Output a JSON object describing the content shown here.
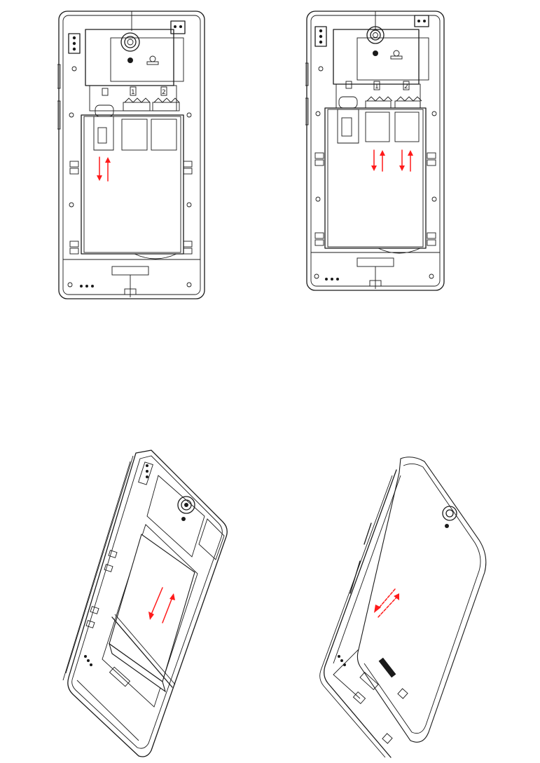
{
  "figures": [
    {
      "id": "memory-card-insertion",
      "sim_numbers": [
        "1",
        "2"
      ]
    },
    {
      "id": "sim-card-insertion",
      "sim_numbers": [
        "1",
        "2"
      ]
    },
    {
      "id": "battery-insertion"
    },
    {
      "id": "back-cover-attachment"
    }
  ],
  "colors": {
    "line": "#1a1a1a",
    "arrow": "#ff1a1a",
    "background": "#ffffff"
  },
  "icons": [
    "phone-back-open-icon",
    "phone-back-open-perspective-icon",
    "phone-back-cover-perspective-icon",
    "direction-arrows-icon"
  ]
}
